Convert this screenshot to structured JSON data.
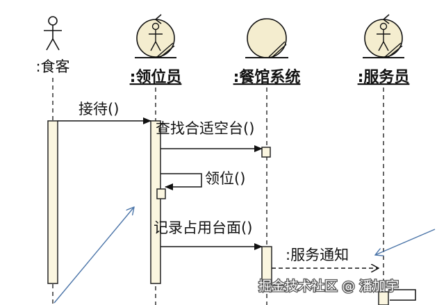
{
  "participants": {
    "customer": {
      "label": ":食客",
      "icon": "actor-stick-figure-icon"
    },
    "host": {
      "label": ":领位员",
      "icon": "worker-control-icon"
    },
    "system": {
      "label": ":餐馆系统",
      "icon": "entity-circle-icon"
    },
    "waiter": {
      "label": ":服务员",
      "icon": "worker-control-icon"
    }
  },
  "messages": {
    "m1": "接待()",
    "m2": "查找合适空台()",
    "m3": "领位()",
    "m4": "记录占用台面()",
    "m5": ":服务通知"
  },
  "watermark": "掘金技术社区 @ 潘加宇",
  "colors": {
    "activation_fill": "#fbf6e0",
    "entity_fill": "#f4edcf",
    "annotation_arrow": "#4a74a8"
  }
}
